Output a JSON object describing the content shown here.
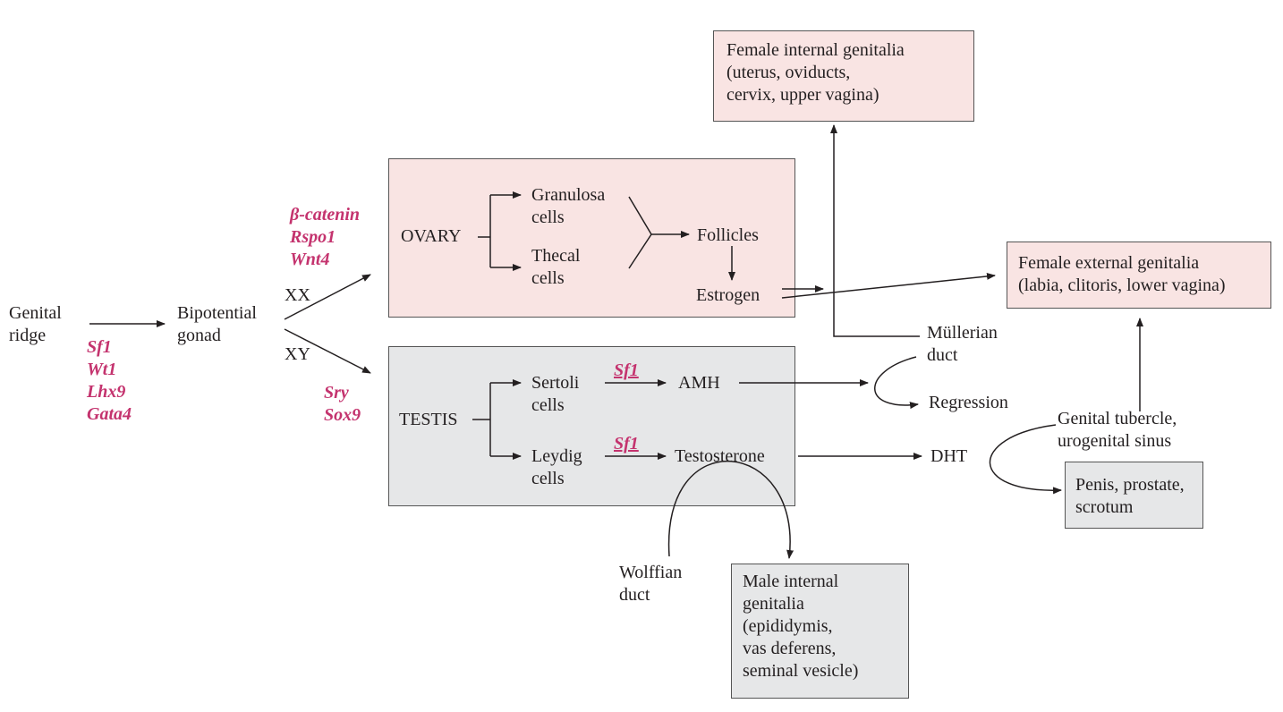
{
  "colors": {
    "gene": "#c4336e",
    "female_box": "#f9e4e3",
    "male_box": "#e6e7e8",
    "text": "#231f20",
    "line": "#231f20"
  },
  "nodes": {
    "genital_ridge": [
      "Genital",
      "ridge"
    ],
    "bipotential_gonad": [
      "Bipotential",
      "gonad"
    ],
    "xx": "XX",
    "xy": "XY",
    "ovary": "OVARY",
    "granulosa": [
      "Granulosa",
      "cells"
    ],
    "thecal": [
      "Thecal",
      "cells"
    ],
    "follicles": "Follicles",
    "estrogen": "Estrogen",
    "testis": "TESTIS",
    "sertoli": [
      "Sertoli",
      "cells"
    ],
    "leydig": [
      "Leydig",
      "cells"
    ],
    "amh": "AMH",
    "testosterone": "Testosterone",
    "mullerian": [
      "Müllerian",
      "duct"
    ],
    "regression": "Regression",
    "dht": "DHT",
    "genital_tubercle": [
      "Genital tubercle,",
      "urogenital sinus"
    ],
    "wolffian": [
      "Wolffian",
      "duct"
    ],
    "female_internal": [
      "Female internal genitalia",
      "(uterus, oviducts,",
      "cervix, upper vagina)"
    ],
    "female_external": [
      "Female external genitalia",
      "(labia, clitoris, lower vagina)"
    ],
    "penis": [
      "Penis, prostate,",
      "scrotum"
    ],
    "male_internal": [
      "Male internal",
      "genitalia",
      "(epididymis,",
      "vas deferens,",
      "seminal vesicle)"
    ]
  },
  "genes": {
    "ridge": [
      "Sf1",
      "Wt1",
      "Lhx9",
      "Gata4"
    ],
    "xx": [
      "β-catenin",
      "Rspo1",
      "Wnt4"
    ],
    "xy": [
      "Sry",
      "Sox9"
    ],
    "sertoli_sf1": "Sf1",
    "leydig_sf1": "Sf1"
  }
}
